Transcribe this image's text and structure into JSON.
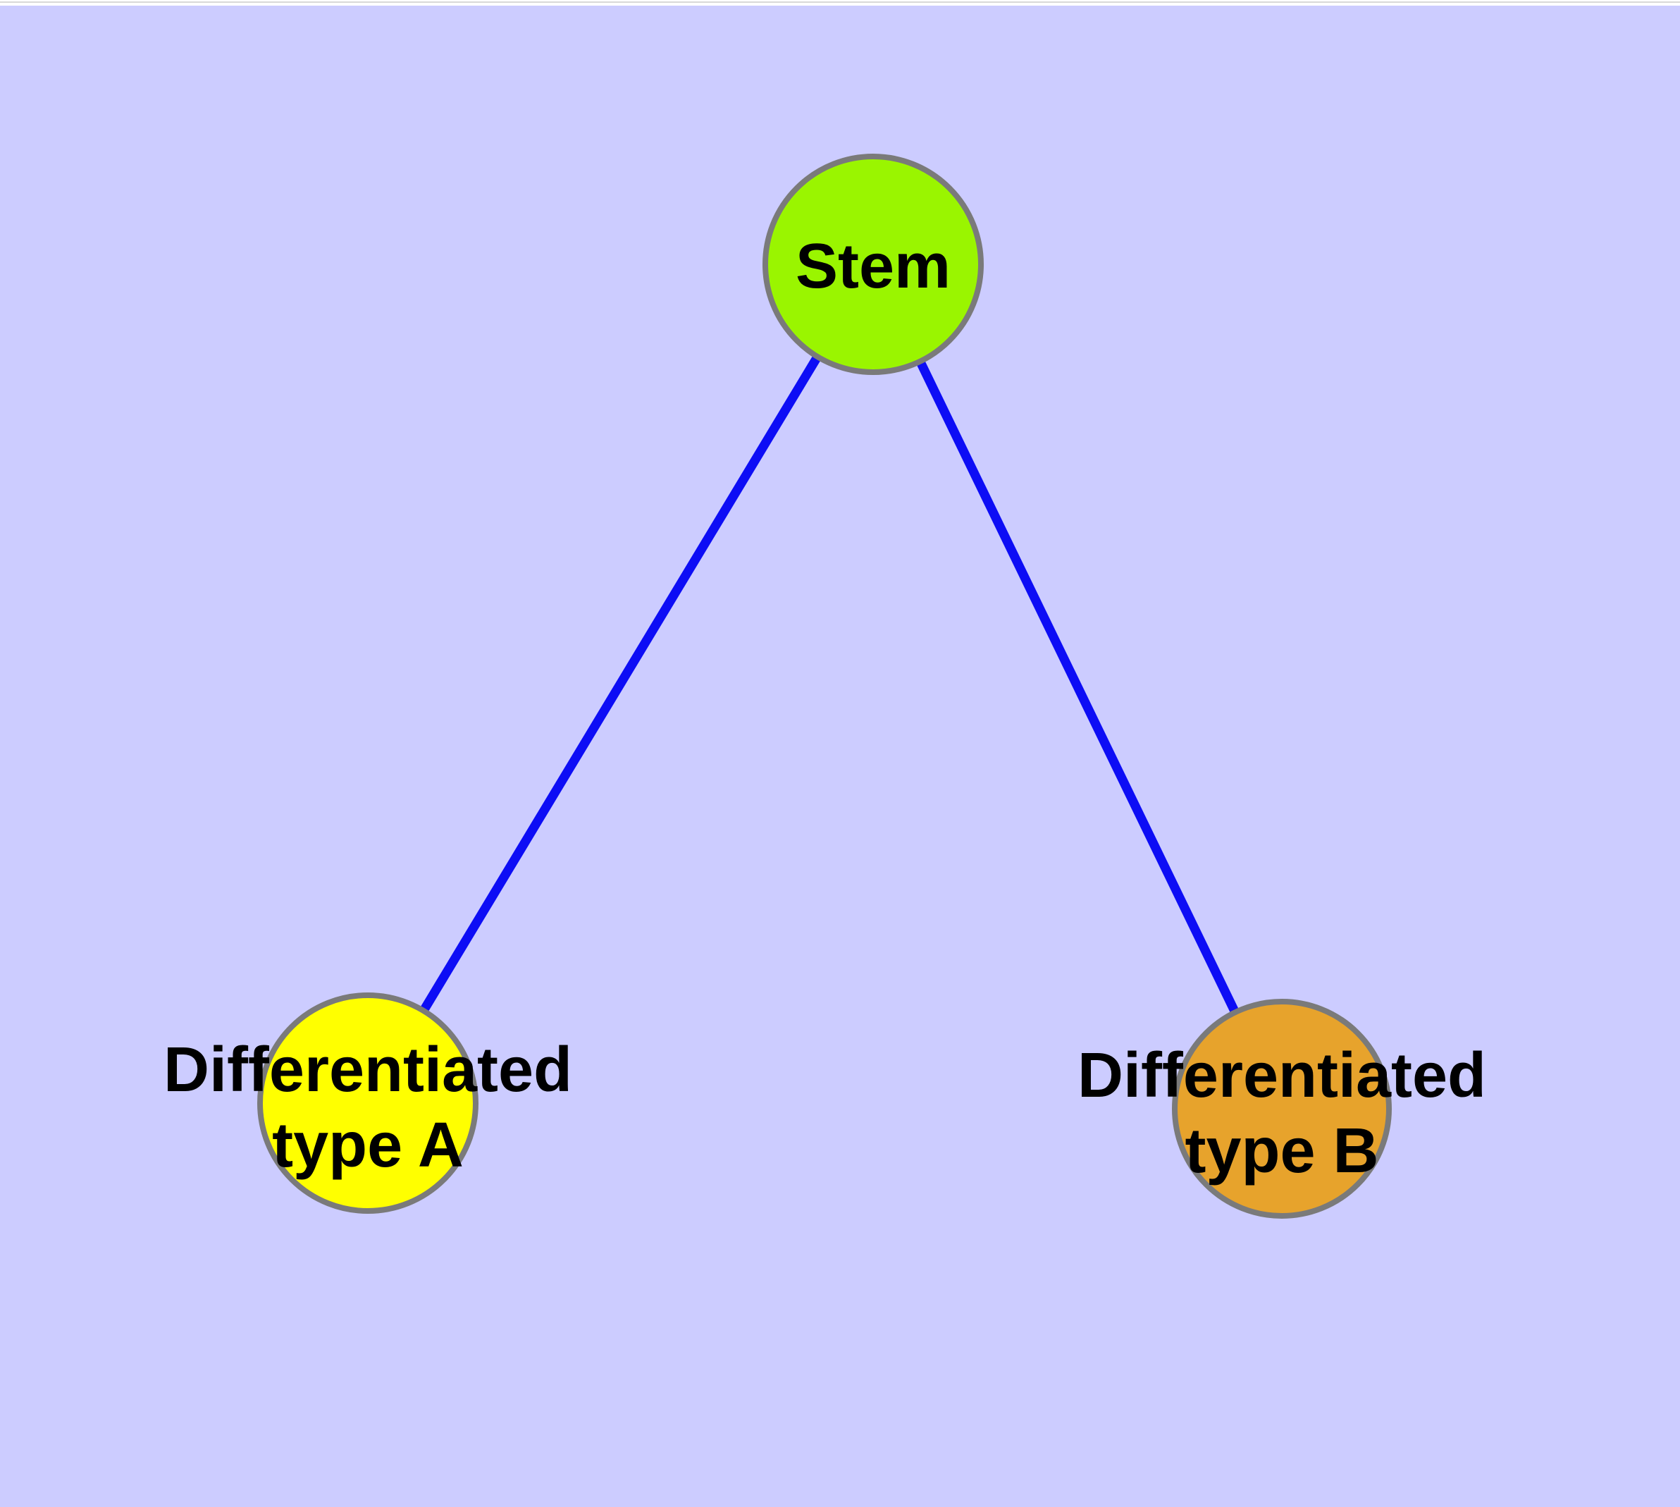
{
  "canvas": {
    "background_color": "#CCCCFF",
    "top_strip_color": "#FFFFFF",
    "top_strip_line_color": "#D8D8D8"
  },
  "graph": {
    "node_border_color": "#7A7A7A",
    "edge_color": "#0D0DF5",
    "label_color": "#000000",
    "nodes": [
      {
        "id": "stem",
        "label_lines": [
          "Stem"
        ],
        "fill": "#9AF500"
      },
      {
        "id": "type-a",
        "label_lines": [
          "Differentiated",
          "type A"
        ],
        "fill": "#FFFF00"
      },
      {
        "id": "type-b",
        "label_lines": [
          "Differentiated",
          "type B"
        ],
        "fill": "#E7A32C"
      }
    ],
    "edges": [
      {
        "from": "stem",
        "to": "type-a"
      },
      {
        "from": "stem",
        "to": "type-b"
      }
    ]
  }
}
